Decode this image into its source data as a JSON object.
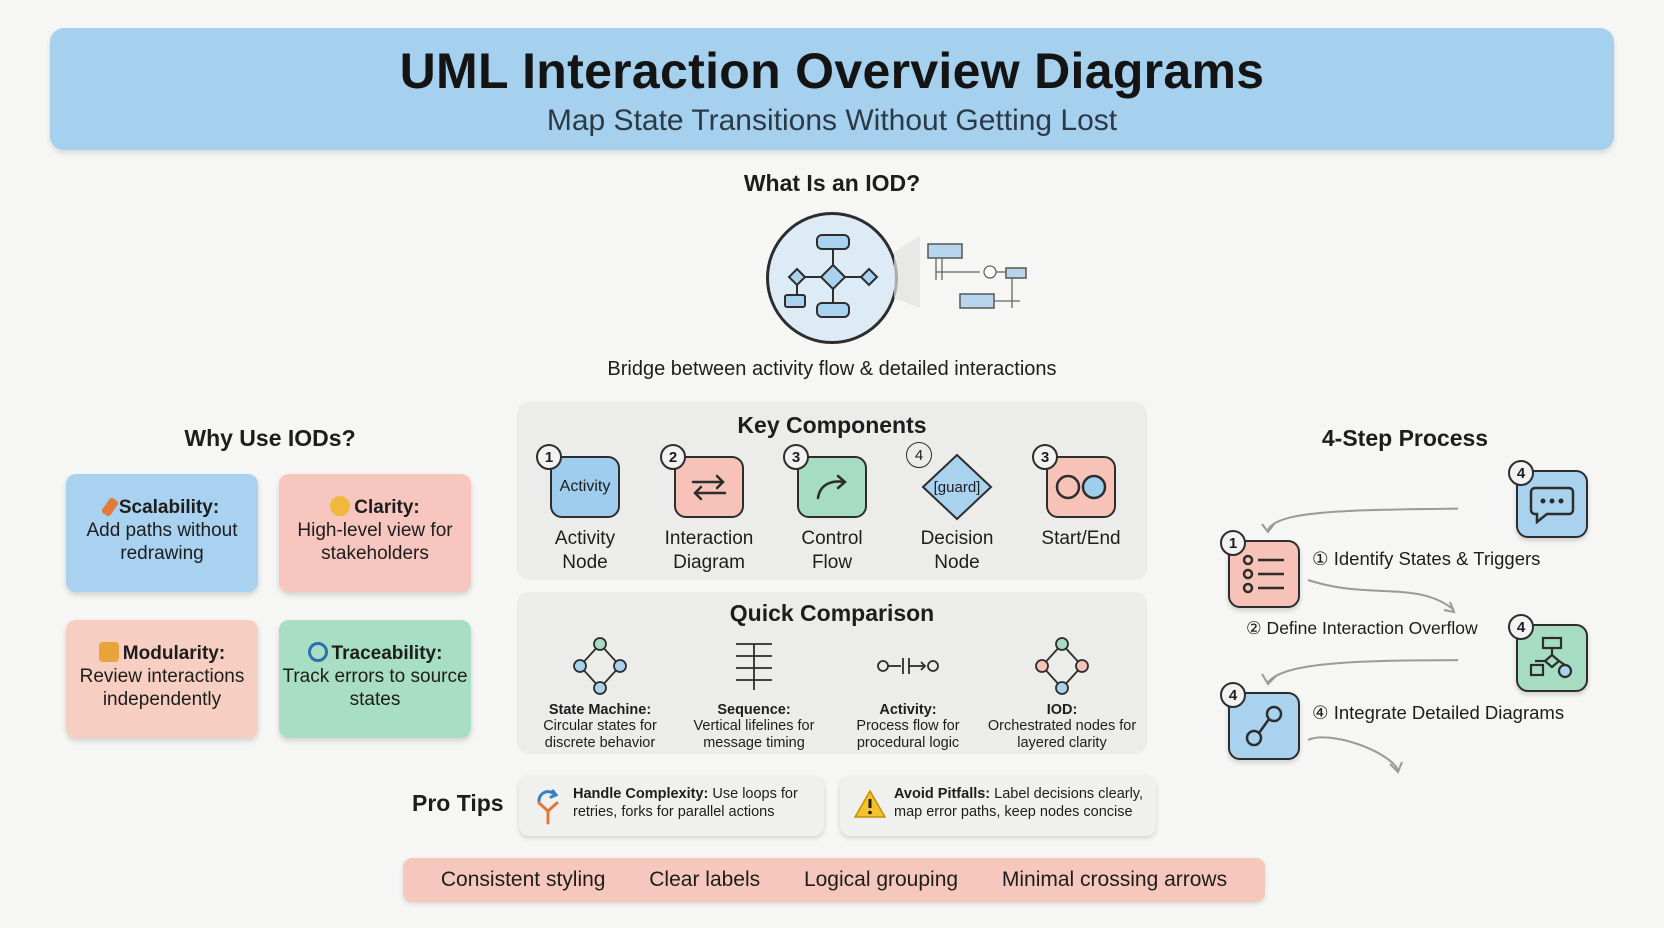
{
  "header": {
    "title": "UML Interaction Overview Diagrams",
    "subtitle": "Map State Transitions Without Getting Lost"
  },
  "what": {
    "title": "What Is an IOD?",
    "caption": "Bridge between activity flow & detailed interactions"
  },
  "why": {
    "title": "Why Use IODs?",
    "cards": [
      {
        "title": "Scalability:",
        "text": "Add paths without redrawing",
        "color": "#a9d2f0"
      },
      {
        "title": "Clarity:",
        "text": "High-level view for stakeholders",
        "color": "#f7c6bf"
      },
      {
        "title": "Modularity:",
        "text": "Review interactions independently",
        "color": "#f7cfc2"
      },
      {
        "title": "Traceability:",
        "text": "Track errors to source states",
        "color": "#a8dec3"
      }
    ]
  },
  "components": {
    "title": "Key Components",
    "items": [
      {
        "num": "1",
        "box_text": "Activity",
        "label": "Activity Node",
        "color": "#9fcdee"
      },
      {
        "num": "2",
        "box_text": "",
        "label": "Interaction Diagram",
        "color": "#f7c2b8"
      },
      {
        "num": "3",
        "box_text": "",
        "label": "Control Flow",
        "color": "#a6dcc1"
      },
      {
        "num": "4",
        "box_text": "[guard]",
        "label": "Decision Node",
        "color": "#a9d2ef"
      },
      {
        "num": "3",
        "box_text": "",
        "label": "Start/End",
        "color": "#f7c2b8"
      }
    ]
  },
  "comparison": {
    "title": "Quick Comparison",
    "items": [
      {
        "title": "State Machine:",
        "text": "Circular states for discrete behavior"
      },
      {
        "title": "Sequence:",
        "text": "Vertical lifelines for message timing"
      },
      {
        "title": "Activity:",
        "text": "Process flow for procedural logic"
      },
      {
        "title": "IOD:",
        "text": "Orchestrated nodes for layered clarity"
      }
    ]
  },
  "tips": {
    "label": "Pro Tips",
    "items": [
      {
        "title": "Handle Complexity:",
        "text": "Use loops for retries, forks for parallel actions"
      },
      {
        "title": "Avoid Pitfalls:",
        "text": "Label decisions clearly, map error paths, keep nodes concise"
      }
    ]
  },
  "principles": [
    "Consistent styling",
    "Clear labels",
    "Logical grouping",
    "Minimal crossing arrows"
  ],
  "process": {
    "title": "4-Step Process",
    "steps": [
      {
        "num": "1",
        "label": "① Identify States & Triggers",
        "color": "#f7c2b8"
      },
      {
        "num": "4",
        "label": "② Define Interaction Overflow",
        "color": "#a6dcc1"
      },
      {
        "num": "4",
        "label": "④ Integrate Detailed Diagrams",
        "color": "#a9d2ef"
      },
      {
        "num": "4",
        "label": "",
        "color": "#a9d2ef"
      }
    ]
  }
}
